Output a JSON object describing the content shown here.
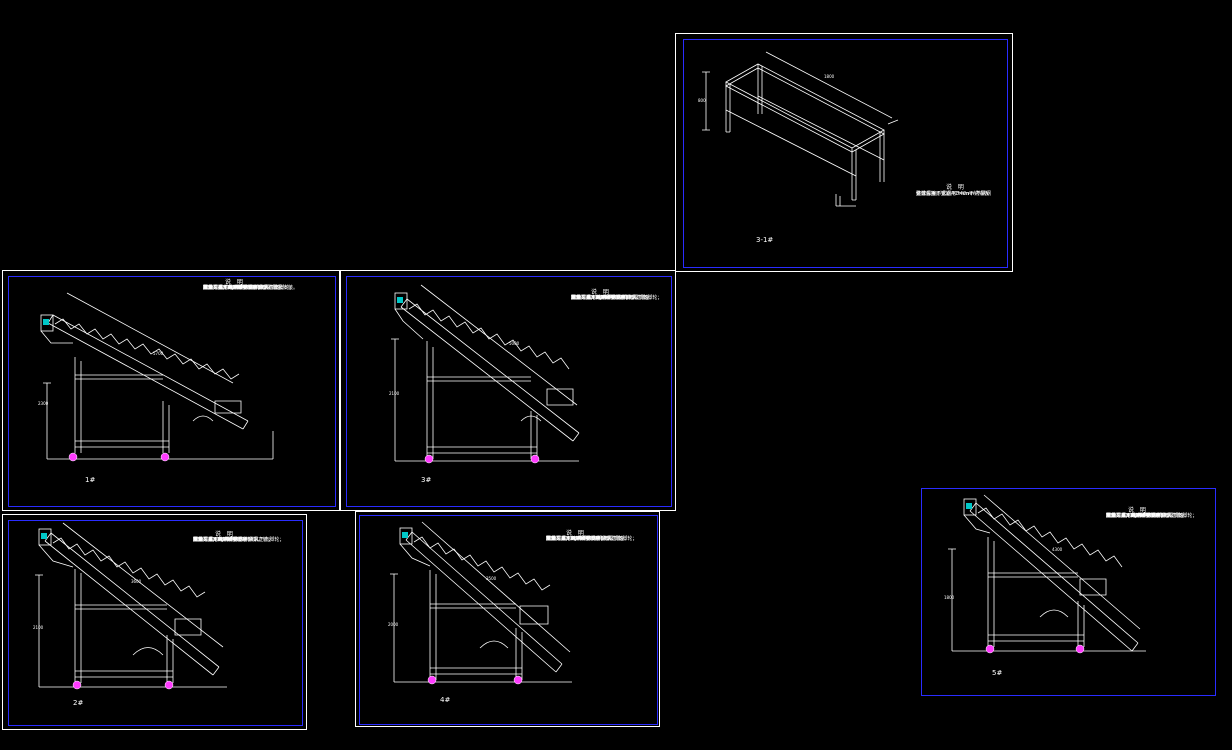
{
  "colors": {
    "background": "#000000",
    "line": "#ffffff",
    "frame": "#2a2cff",
    "wheel": "#ff3cff",
    "motor_accent": "#00c8c8"
  },
  "sheets": [
    {
      "id": "s1",
      "label": "1#",
      "dim_len": "5700",
      "dim_h": "2300",
      "note_title": "说 明",
      "notes": [
        "机身：采用304不锈钢制作；",
        "链：采用304不锈钢链条；",
        "电机：采用0.75千瓦电机,无极调速；",
        "底盘：选用不锈钢材料；",
        "传动方式：采用不锈钢材料；",
        "下料高度：",
        "产量：800kg/小时",
        "支架：采用40*40mm不锈钢方管；",
        "脚轮：采用4*75*4*12*100L万向脚轮；",
        "附加配置：其中一万向带刹车。",
        "在用户提供下料数，做好现场布置及安装。"
      ]
    },
    {
      "id": "s2",
      "label": "3#",
      "dim_len": "5000",
      "dim_h": "2100",
      "note_title": "说 明",
      "notes": [
        "机身：采用304不锈钢材料；",
        "链：采用304不锈钢链条；",
        "电机：采用0.75千瓦电机,无极调速；",
        "底盘：选用不锈钢材料；",
        "传动方式：采用不锈钢材料；",
        "下料高度：",
        "产量：800kg/小时",
        "支架：采用40*40mm不锈钢方管；",
        "脚轮：采用4*75*4*12*100L万向脚轮；",
        "附加配置：其中一万向带刹车。"
      ]
    },
    {
      "id": "s3",
      "label": "2#",
      "dim_len": "3600",
      "dim_h": "2100",
      "note_title": "说 明",
      "notes": [
        "机身：采用304不锈钢制作；",
        "链：采用304不锈钢链条；",
        "电机：采用0.75千瓦；",
        "支架：采用不锈钢材料；",
        "传动方式：",
        "下料高度：",
        "产量：300kg/小时",
        "支架：采用40*40mm不锈钢方管；",
        "脚轮：采用4*75*4*12*100L万向脚轮；",
        "附加配置：其中一万向带刹车。"
      ]
    },
    {
      "id": "s4",
      "label": "4#",
      "dim_len": "3500",
      "dim_h": "2000",
      "note_title": "说 明",
      "notes": [
        "机身：采用304不锈钢制作；",
        "链：采用304不锈钢链条；",
        "电机：采用0.75千瓦电机,无极调速；",
        "支架：采用不锈钢材料；",
        "传动方式：",
        "下料高度：",
        "产量：300kg/小时",
        "支架：采用40*40mm不锈钢方管；",
        "脚轮：采用4*75*4*12*100L万向脚轮；",
        "附加配置：其中一万向带刹车。"
      ]
    },
    {
      "id": "s5",
      "label": "3-1#",
      "dim_len": "1800",
      "dim_h": "800",
      "note_title": "说 明",
      "notes": [
        "整体采用不锈钢40*40mm不锈钢",
        "方管焊接，上面用3mm不锈钢板",
        "做成台面形式。"
      ]
    },
    {
      "id": "s6",
      "label": "5#",
      "dim_len": "4300",
      "dim_h": "1800",
      "note_title": "说 明",
      "notes": [
        "机身：采用304不锈钢制作；",
        "链：采用304不锈钢链条；",
        "电机：采用0.75千瓦电机,无极调速；",
        "支架：采用不锈钢材料；",
        "传动方式：采用不锈钢材料；",
        "下料高度：",
        "产量：300kg/小时",
        "支架：采用40*40mm不锈钢方管；",
        "脚轮：采用4*75*4*12*100L万向脚轮；",
        "附加配置：其中一万向带刹车。"
      ]
    }
  ]
}
